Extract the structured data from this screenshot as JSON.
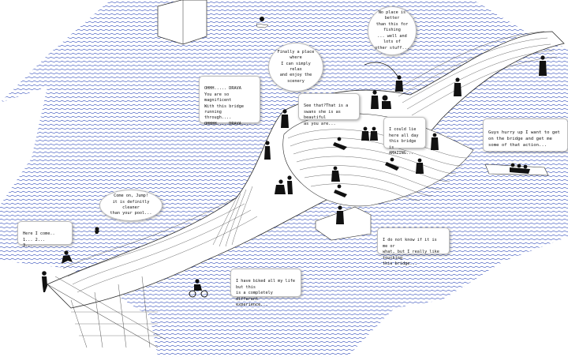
{
  "colors": {
    "water": "#5f74c9",
    "water_bg": "#ffffff",
    "bridge_line": "#2b2b2b",
    "figure": "#111111",
    "bubble_border": "#bdbdbd"
  },
  "bubbles": {
    "fishing": "No place is better\nthan this for fishing\n... well and lots of\nother stuff...",
    "relax": "Finally a place where\nI can simply relax\nand enjoy the\nscenery",
    "drava": "OHHH..... DRAVA\nYou are so magnificent\nWith this bridge running\nthrough....\nOHHHH.... DRAVA...",
    "swans": "See that?That is a\nswans she is as beautiful\nas you are...",
    "lie_here": "I could lie\nhere all day\nthis bridge is\nAMAZING...",
    "hurry": "Guys hurry up I want to get\non the bridge and get me\nsome of that action...",
    "jump": "Come on, Jump!\nit is definitly cleaner\nthan your pool...",
    "here_i_come": "Here I come.. 1... 2...\n3...",
    "touching": "I do not know if it is me or\nwhat, but I really like touching\nthis bridge...",
    "biked": "I have biked all my life but this\nis a completely different\nexperience..."
  }
}
